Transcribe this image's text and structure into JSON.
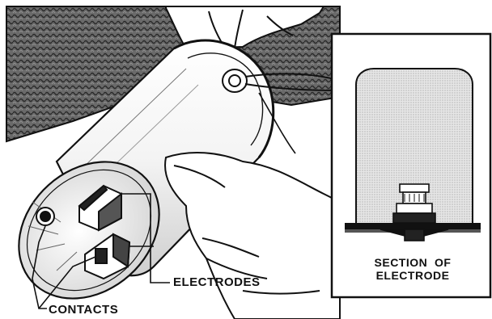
{
  "labels": {
    "electrodes": "ELECTRODES",
    "contacts": "CONTACTS",
    "section_line1": "SECTION  OF",
    "section_line2": "ELECTRODE"
  },
  "colors": {
    "ink": "#111111",
    "paper": "#ffffff",
    "wall_hatch": "#555555",
    "inset_fill": "#d8d8d8"
  }
}
